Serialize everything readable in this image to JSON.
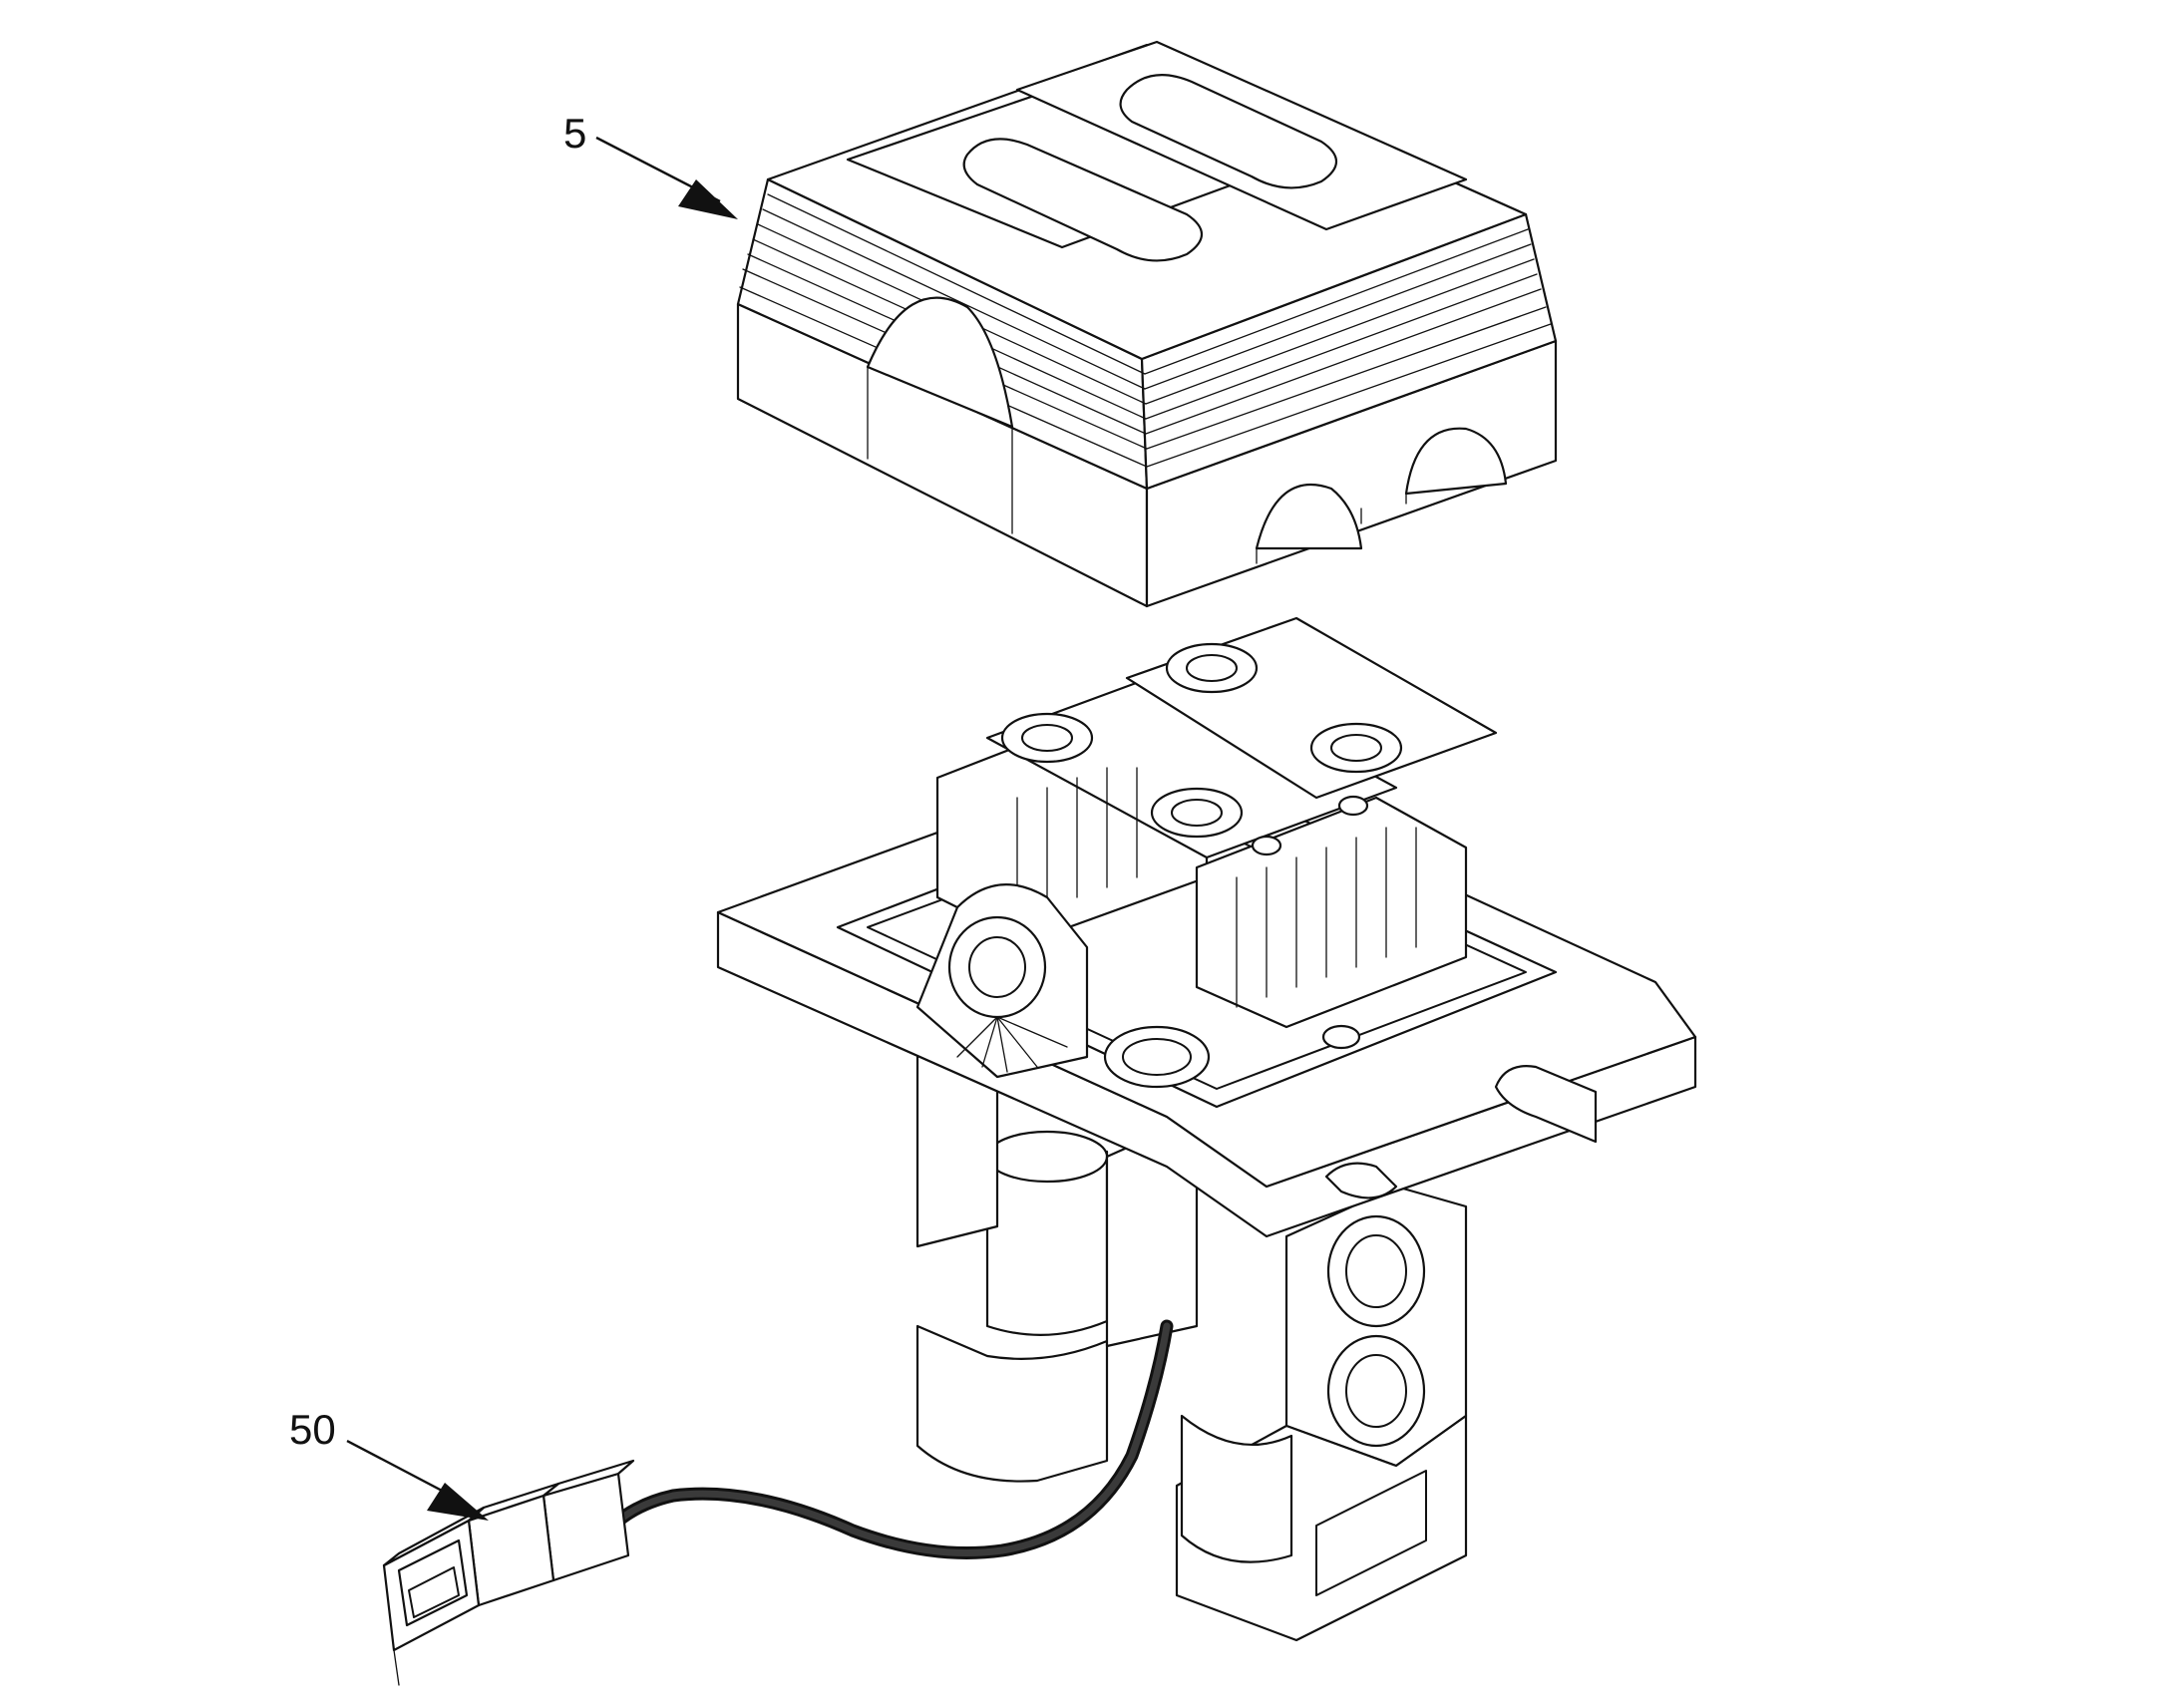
{
  "callouts": [
    {
      "label": "5",
      "target": "valve-cover"
    },
    {
      "label": "50",
      "target": "connector-harness"
    }
  ]
}
